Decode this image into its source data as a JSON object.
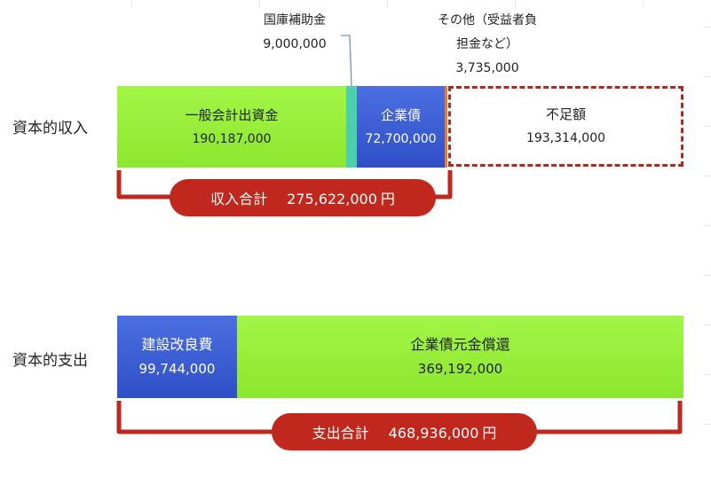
{
  "income": {
    "row_label": "資本的収入",
    "general_account": {
      "label": "一般会計出資金",
      "amount": "190,187,000"
    },
    "national_subsidy": {
      "label": "国庫補助金",
      "amount": "9,000,000"
    },
    "other": {
      "label_line1": "その他（受益者負",
      "label_line2": "担金など）",
      "amount": "3,735,000"
    },
    "bonds": {
      "label": "企業債",
      "amount": "72,700,000"
    },
    "shortfall": {
      "label": "不足額",
      "amount": "193,314,000"
    },
    "total": {
      "label": "収入合計",
      "amount": "275,622,000",
      "unit": "円"
    }
  },
  "expense": {
    "row_label": "資本的支出",
    "construction": {
      "label": "建設改良費",
      "amount": "99,744,000"
    },
    "bond_repayment": {
      "label": "企業債元金償還",
      "amount": "369,192,000"
    },
    "total": {
      "label": "支出合計",
      "amount": "468,936,000",
      "unit": "円"
    }
  },
  "colors": {
    "green": "#98f23c",
    "teal": "#4ccfad",
    "blue": "#2f4fc8",
    "orange": "#f07a2b",
    "red": "#c0281d"
  }
}
